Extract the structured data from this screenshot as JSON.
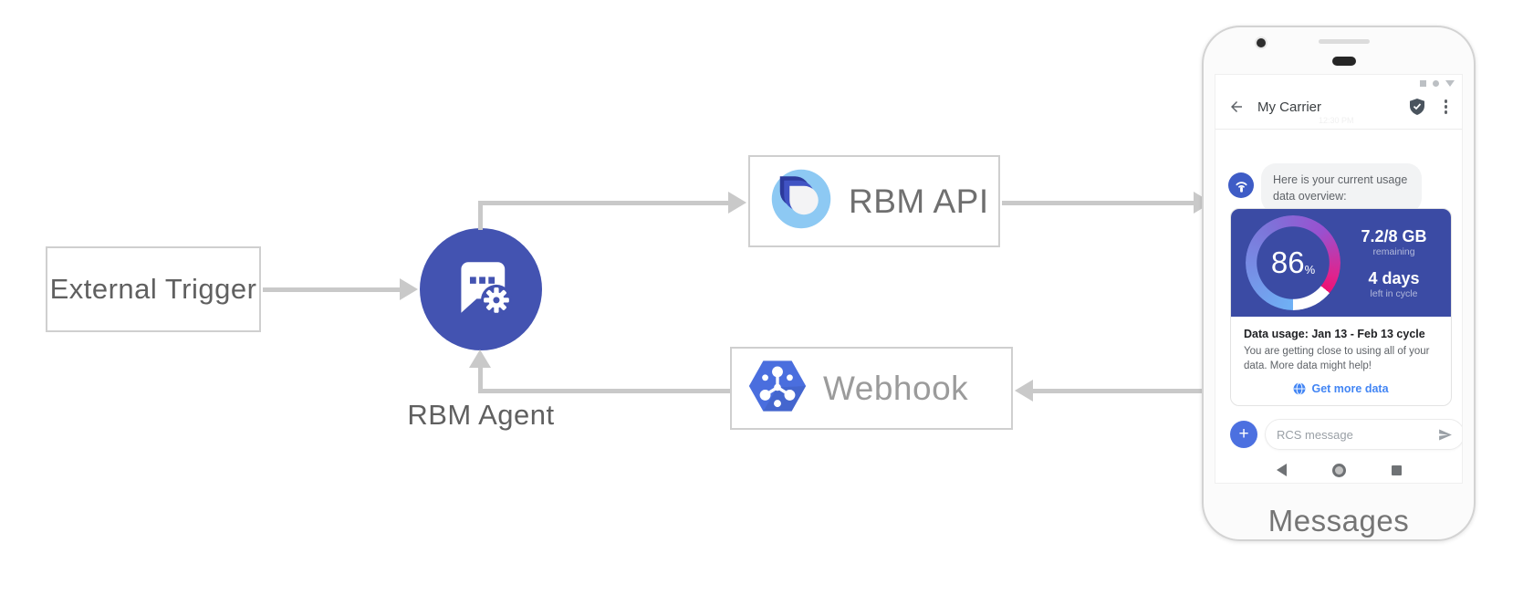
{
  "diagram": {
    "external_trigger_label": "External Trigger",
    "rbm_agent_label": "RBM Agent",
    "rbm_api_label": "RBM API",
    "webhook_label": "Webhook",
    "phone_caption": "Messages"
  },
  "phone": {
    "header": {
      "title": "My Carrier",
      "faint_timestamp": "12:30 PM"
    },
    "chat": {
      "agent_message": "Here is your current usage data overview:",
      "usage_card": {
        "gauge_percent": "86",
        "gauge_percent_unit": "%",
        "remaining_value": "7.2/8 GB",
        "remaining_label": "remaining",
        "cycle_value": "4 days",
        "cycle_label": "left in cycle",
        "heading": "Data usage: Jan 13 - Feb 13 cycle",
        "body": "You are getting close to using all of your data. More data might help!",
        "action_label": "Get more data"
      }
    },
    "composer": {
      "placeholder": "RCS message"
    }
  },
  "colors": {
    "agent_circle_blue": "#4353b1",
    "arrow_gray": "#c9c9c9",
    "card_indigo": "#3b4ba4",
    "gauge_blue": "#6fb1f5",
    "gauge_purple": "#9a50cf",
    "gauge_magenta": "#ee1173",
    "link_blue": "#4285f4",
    "plus_button_blue": "#4c70e0",
    "webhook_hexagon_blue": "#4a6ede",
    "api_logo_light_blue": "#8dc9f3"
  }
}
